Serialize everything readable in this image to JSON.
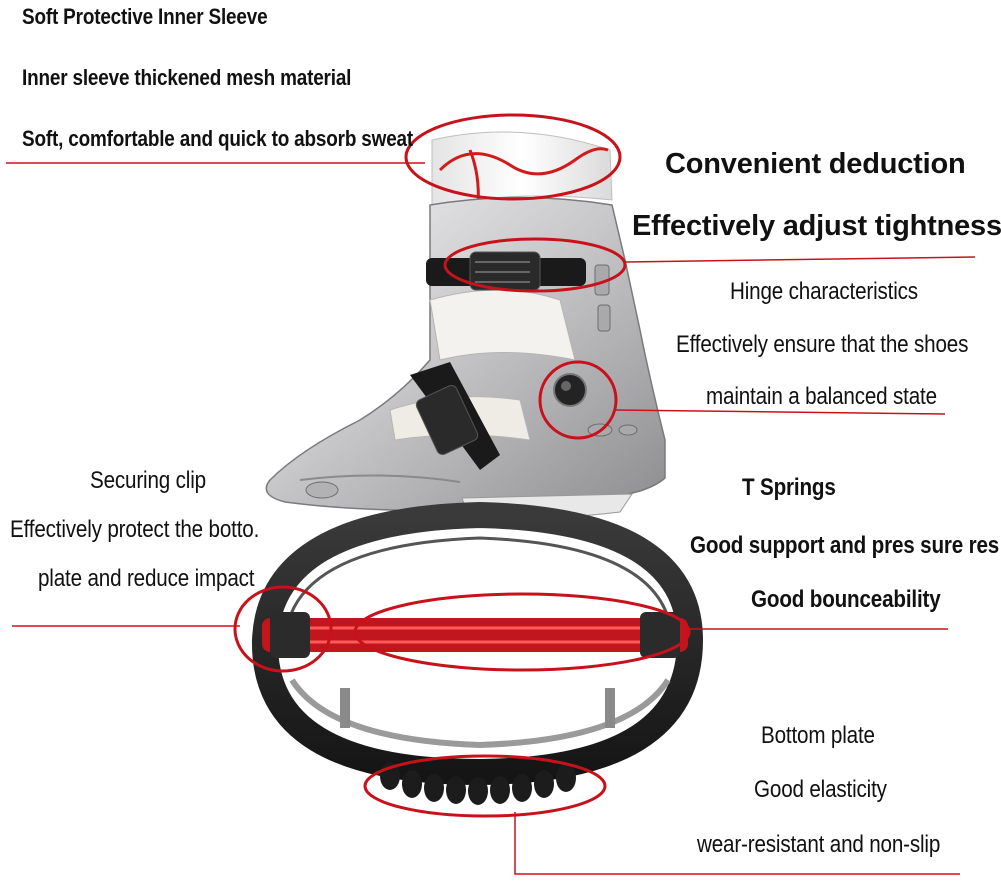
{
  "callouts": {
    "sleeve": {
      "title": "Soft Protective Inner Sleeve",
      "line1": "Inner sleeve thickened mesh material",
      "line2": "Soft, comfortable and quick to absorb sweat"
    },
    "buckle": {
      "title": "Convenient deduction",
      "line1": "Effectively adjust tightness"
    },
    "hinge": {
      "title": "Hinge characteristics",
      "line1": "Effectively ensure that the shoes",
      "line2": "maintain a balanced state"
    },
    "clip": {
      "title": "Securing clip",
      "line1": "Effectively protect the botto.",
      "line2": "plate and reduce impact"
    },
    "springs": {
      "title": "T Springs",
      "line1": "Good support and pres sure res stance",
      "line2": "Good bounceability"
    },
    "plate": {
      "title": "Bottom plate",
      "line1": "Good elasticity",
      "line2": "wear-resistant and non-slip"
    }
  },
  "colors": {
    "highlight": "#c8121b",
    "boot_shell": "#c9c9cb",
    "strap": "#1a1a1a",
    "spring": "#d11a1a",
    "ring": "#2b2b2b"
  }
}
